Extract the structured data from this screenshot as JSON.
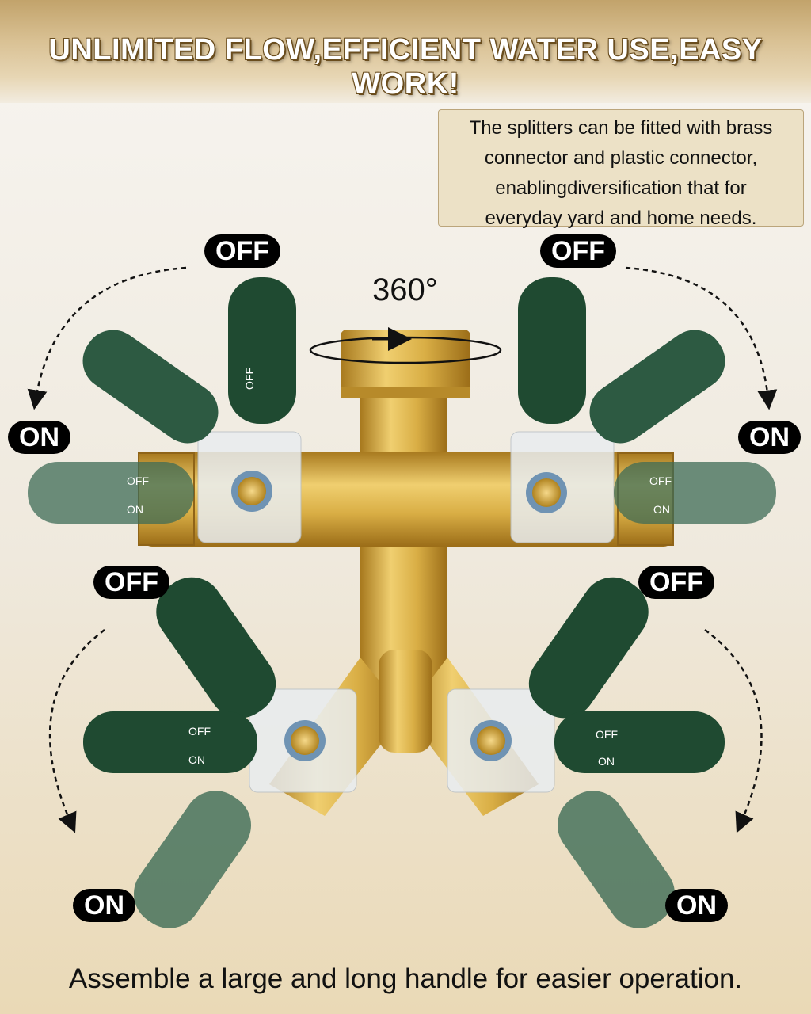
{
  "headline": "UNLIMITED FLOW,EFFICIENT WATER USE,EASY WORK!",
  "info_lines": [
    "The splitters can be fitted with brass",
    "connector and plastic connector,",
    "enablingdiversification that for",
    "everyday yard and home needs."
  ],
  "rotation_label": "360°",
  "state_labels": {
    "off": "OFF",
    "on": "ON"
  },
  "handle_off": "OFF",
  "handle_on": "ON",
  "footer": "Assemble a large and long handle for easier operation.",
  "colors": {
    "handle_green": "#1f4a31",
    "brass": "#d4a93c",
    "banner_gold": "#c2a36b"
  }
}
